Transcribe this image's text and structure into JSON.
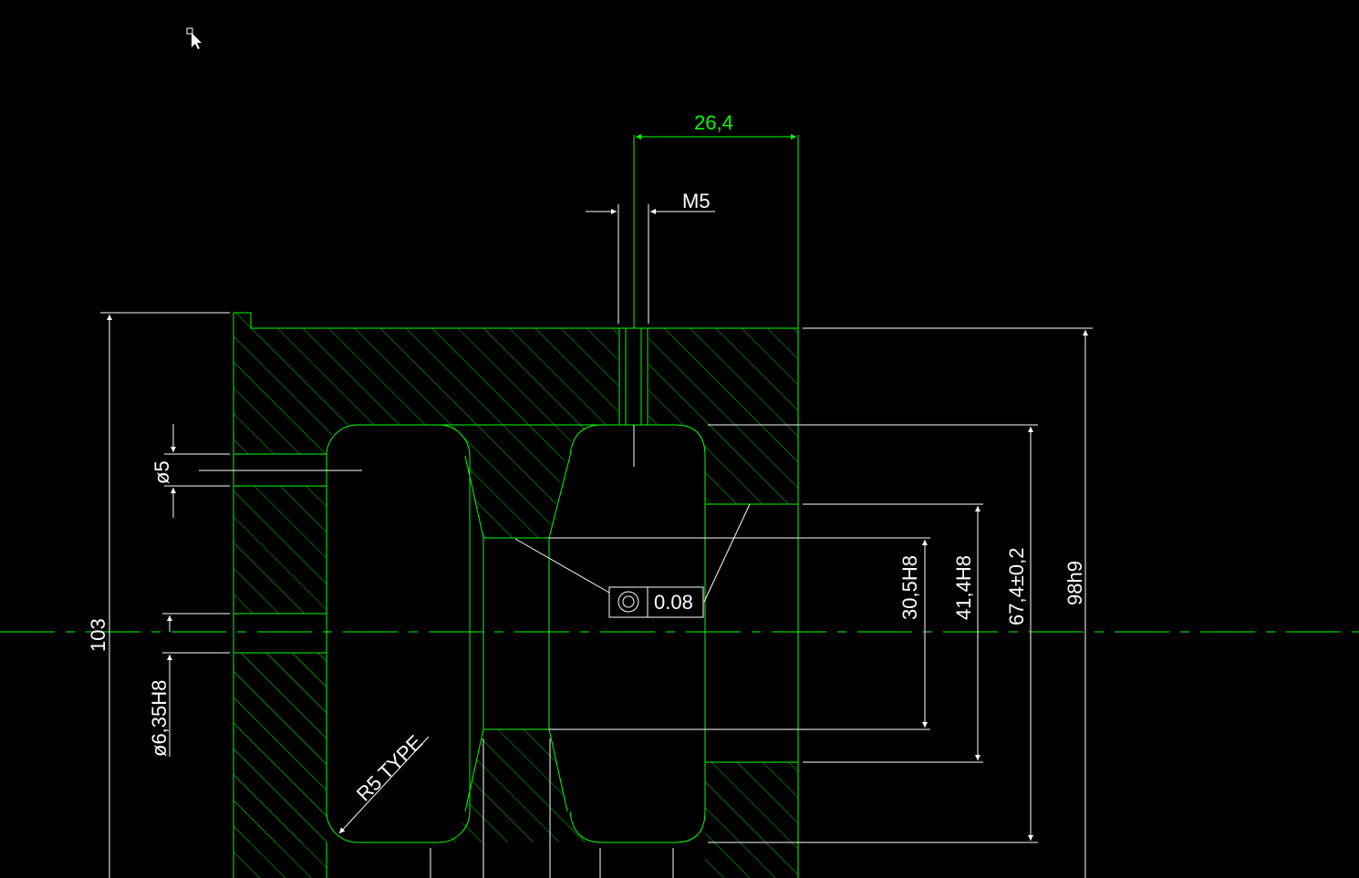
{
  "drawing": {
    "colors": {
      "background": "#000000",
      "geometry": "#00ff00",
      "dimension": "#ffffff",
      "highlight": "#00ff00"
    },
    "dimensions": {
      "top_width": "26,4",
      "thread": "M5",
      "left_height": "103",
      "small_hole": "ø5",
      "pin_hole": "ø6,35H8",
      "fillet_note": "R5 TYPE",
      "bore_1": "30,5H8",
      "bore_2": "41,4H8",
      "bore_3": "67,4±0,2",
      "outer": "98h9"
    },
    "tolerance_frame": {
      "symbol": "concentricity-icon",
      "value": "0.08"
    },
    "cursor": "arrow-cursor-icon"
  }
}
